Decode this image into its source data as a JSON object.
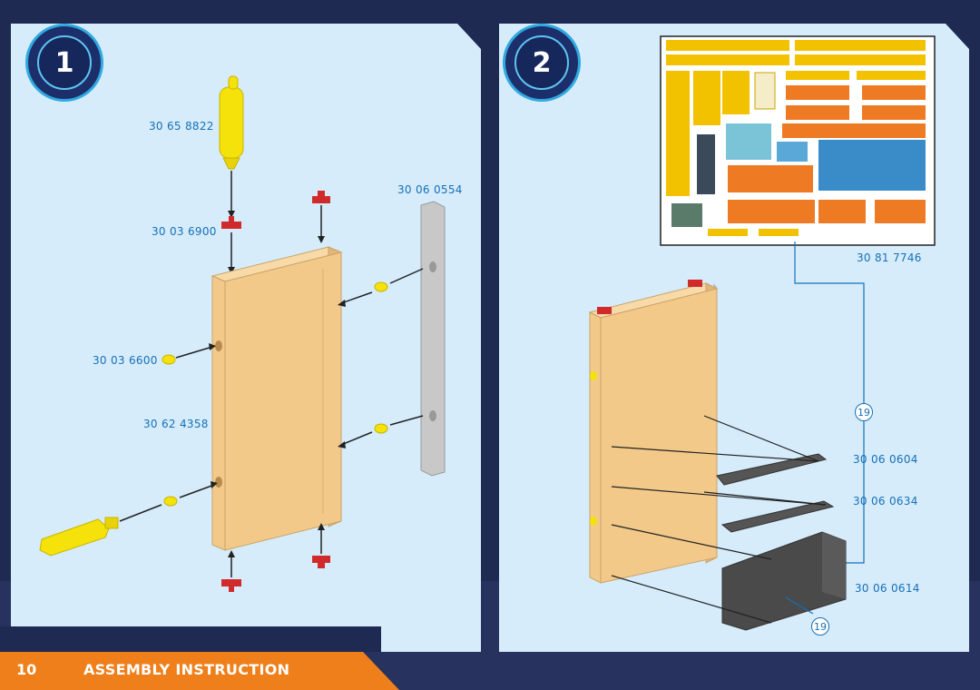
{
  "footer": {
    "page_number": "10",
    "title": "ASSEMBLY INSTRUCTION"
  },
  "steps": [
    {
      "number": "1"
    },
    {
      "number": "2"
    }
  ],
  "step1": {
    "parts": {
      "tool": "30 65 8822",
      "red_clip": "30 03 6900",
      "rail": "30 06 0554",
      "yellow_peg": "30 03 6600",
      "panel": "30 62 4358"
    }
  },
  "step2": {
    "sticker_sheet": "30 81 7746",
    "parts": {
      "plate_a": "30 06 0604",
      "plate_b": "30 06 0634",
      "box": "30 06 0614"
    },
    "callout_a": "19",
    "callout_b": "19"
  },
  "colors": {
    "background": "#1e2a52",
    "panel": "#d6ecfb",
    "accent": "#ef7f1a",
    "label_blue": "#1670b8",
    "part_tan": "#f3c98a"
  }
}
